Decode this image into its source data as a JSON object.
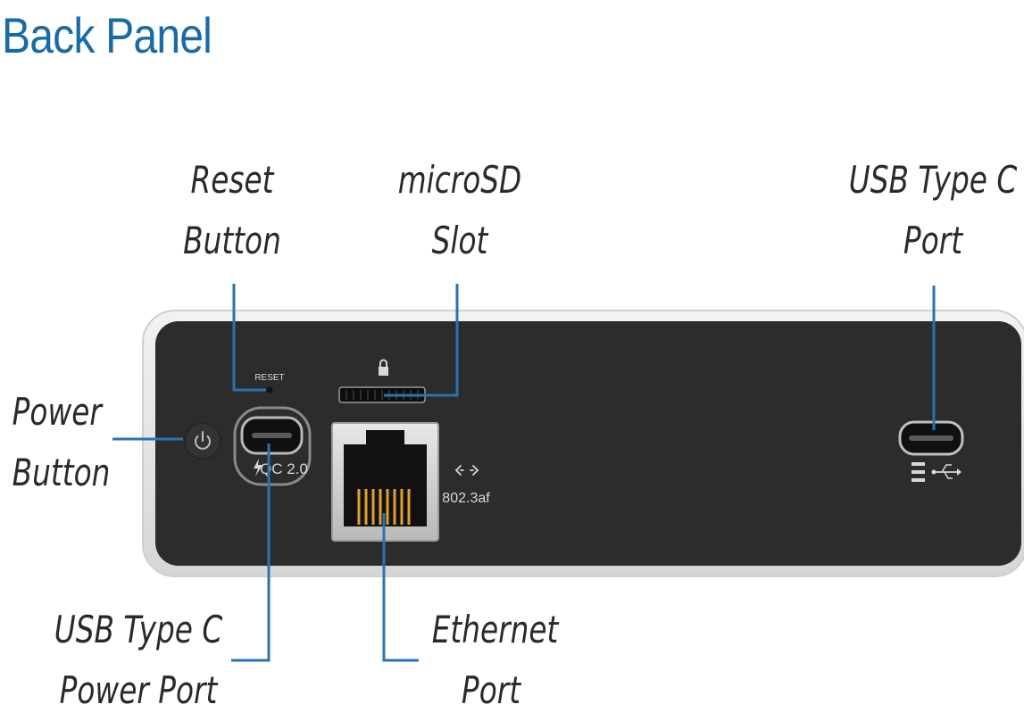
{
  "title": "Back Panel",
  "callouts": {
    "reset": [
      "Reset",
      "Button"
    ],
    "microsd": [
      "microSD",
      "Slot"
    ],
    "usbc_port": [
      "USB Type C",
      "Port"
    ],
    "power": [
      "Power",
      "Button"
    ],
    "usbc_power": [
      "USB Type C",
      "Power Port"
    ],
    "ethernet": [
      "Ethernet",
      "Port"
    ]
  },
  "device_labels": {
    "reset": "RESET",
    "qc": "QC 2.0",
    "poe": "802.3af"
  },
  "icons": [
    "power-icon",
    "lock-icon",
    "lightning-icon",
    "ethernet-arrows-icon",
    "usb-icon"
  ],
  "colors": {
    "title": "#1a6aa6",
    "leader_line": "#2a73b0",
    "device_body": "#2c2c2c",
    "device_frame": "#e4e4e4",
    "ethernet_pins": "#e0a030"
  }
}
